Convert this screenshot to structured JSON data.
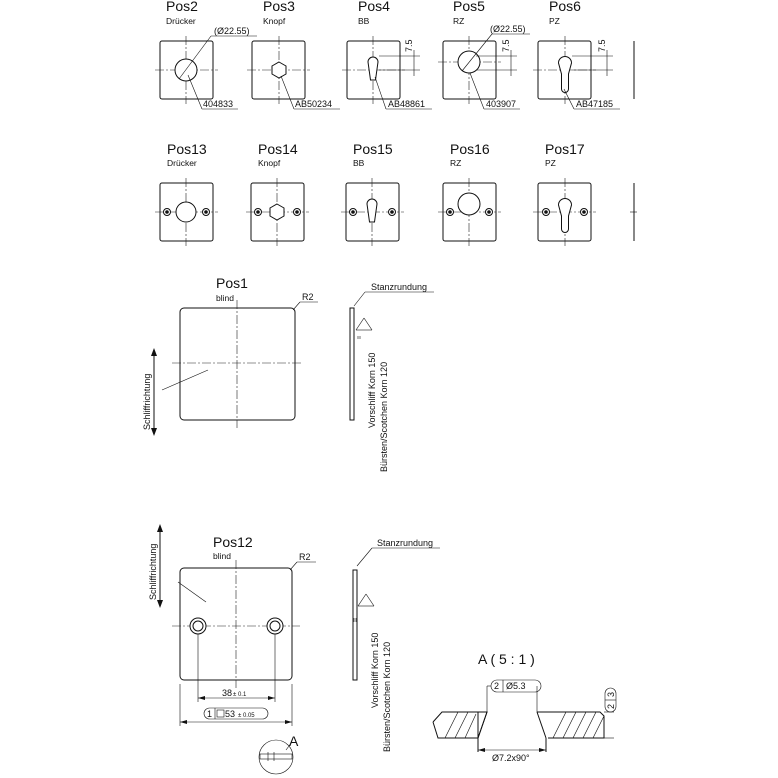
{
  "row1": [
    {
      "pos": "Pos2",
      "sub": "Drücker",
      "diameter": "(Ø22.55)",
      "part": "404833"
    },
    {
      "pos": "Pos3",
      "sub": "Knopf",
      "part": "AB50234"
    },
    {
      "pos": "Pos4",
      "sub": "BB",
      "dim": "7.5",
      "part": "AB48861"
    },
    {
      "pos": "Pos5",
      "sub": "RZ",
      "diameter": "(Ø22.55)",
      "dim": "7.5",
      "part": "403907"
    },
    {
      "pos": "Pos6",
      "sub": "PZ",
      "dim": "7.5",
      "part": "AB47185"
    }
  ],
  "row2": [
    {
      "pos": "Pos13",
      "sub": "Drücker"
    },
    {
      "pos": "Pos14",
      "sub": "Knopf"
    },
    {
      "pos": "Pos15",
      "sub": "BB"
    },
    {
      "pos": "Pos16",
      "sub": "RZ"
    },
    {
      "pos": "Pos17",
      "sub": "PZ"
    }
  ],
  "pos1": {
    "title": "Pos1",
    "sub": "blind",
    "radius": "R2",
    "grain": "Schliffrichtung",
    "edge": "Stanzrundung",
    "note1": "Vorschliff Korn 150",
    "note2": "Bürsten/Scotchen Korn 120"
  },
  "pos12": {
    "title": "Pos12",
    "sub": "blind",
    "radius": "R2",
    "grain": "Schliffrichtung",
    "edge": "Stanzrundung",
    "note1": "Vorschliff Korn 150",
    "note2": "Bürsten/Scotchen Korn 120",
    "dim_hole": "38",
    "dim_hole_tol": "± 0.1",
    "dim_flag": "1",
    "dim_square": "53",
    "dim_square_tol": "± 0.05",
    "detail_marker": "A"
  },
  "detail": {
    "title": "A ( 5 : 1 )",
    "hole_flag": "2",
    "hole_dia": "Ø5.3",
    "thick_flag": "3",
    "thick_val": "2",
    "countersink": "Ø7.2x90°"
  },
  "icons": {
    "thickness_marker": "double-bar-icon"
  }
}
